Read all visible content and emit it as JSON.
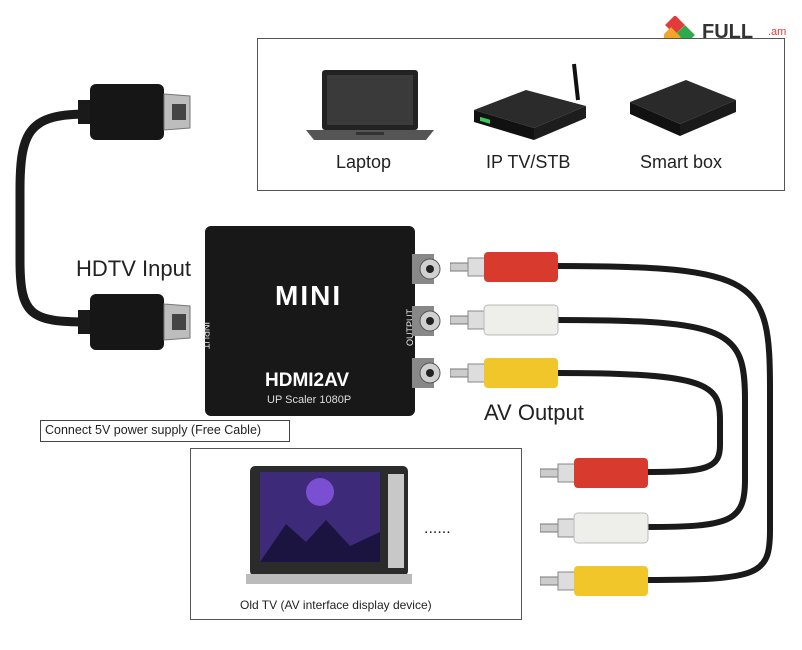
{
  "brand": {
    "name": "FULL",
    "suffix": ".am"
  },
  "sources": {
    "laptop": "Laptop",
    "iptv": "IP TV/STB",
    "smartbox": "Smart box"
  },
  "converter": {
    "title": "MINI",
    "model": "HDMI2AV",
    "subtitle": "UP Scaler 1080P",
    "input_port": "INPUT",
    "output_port": "OUTPUT"
  },
  "labels": {
    "hdtv_input": "HDTV Input",
    "av_output": "AV Output",
    "power": "Connect 5V power supply (Free Cable)",
    "ellipsis": "......",
    "old_tv": "Old TV (AV interface display device)"
  },
  "colors": {
    "red_plug": "#d83a2e",
    "white_plug": "#eeeeea",
    "yellow_plug": "#f1c62a",
    "cable": "#1a1a1a",
    "brand_red": "#e23b3b",
    "brand_green": "#2faa4a"
  }
}
